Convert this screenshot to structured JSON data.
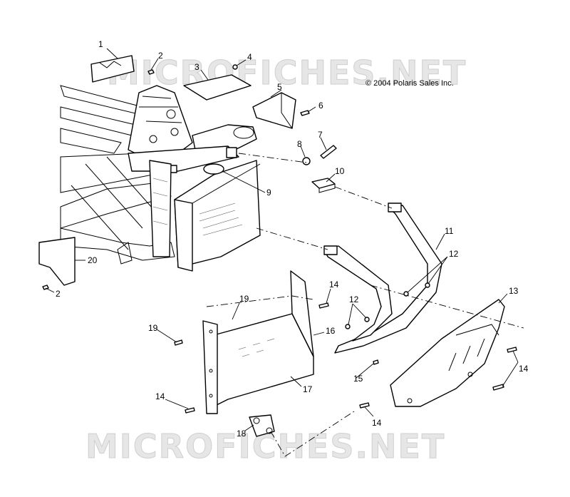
{
  "copyright": "© 2004 Polaris Sales Inc.",
  "watermark_top": "MICROFICHES.NET",
  "watermark_bottom": "MICROFICHES.NET",
  "callouts": [
    {
      "id": "c1",
      "text": "1"
    },
    {
      "id": "c2a",
      "text": "2"
    },
    {
      "id": "c3",
      "text": "3"
    },
    {
      "id": "c4",
      "text": "4"
    },
    {
      "id": "c5",
      "text": "5"
    },
    {
      "id": "c6",
      "text": "6"
    },
    {
      "id": "c7",
      "text": "7"
    },
    {
      "id": "c8",
      "text": "8"
    },
    {
      "id": "c9",
      "text": "9"
    },
    {
      "id": "c10",
      "text": "10"
    },
    {
      "id": "c11",
      "text": "11"
    },
    {
      "id": "c12a",
      "text": "12"
    },
    {
      "id": "c12b",
      "text": "12"
    },
    {
      "id": "c13",
      "text": "13"
    },
    {
      "id": "c14a",
      "text": "14"
    },
    {
      "id": "c14b",
      "text": "14"
    },
    {
      "id": "c14c",
      "text": "14"
    },
    {
      "id": "c14d",
      "text": "14"
    },
    {
      "id": "c15",
      "text": "15"
    },
    {
      "id": "c16",
      "text": "16"
    },
    {
      "id": "c17",
      "text": "17"
    },
    {
      "id": "c18",
      "text": "18"
    },
    {
      "id": "c19a",
      "text": "19"
    },
    {
      "id": "c19b",
      "text": "19"
    },
    {
      "id": "c20",
      "text": "20"
    },
    {
      "id": "c2b",
      "text": "2"
    }
  ]
}
